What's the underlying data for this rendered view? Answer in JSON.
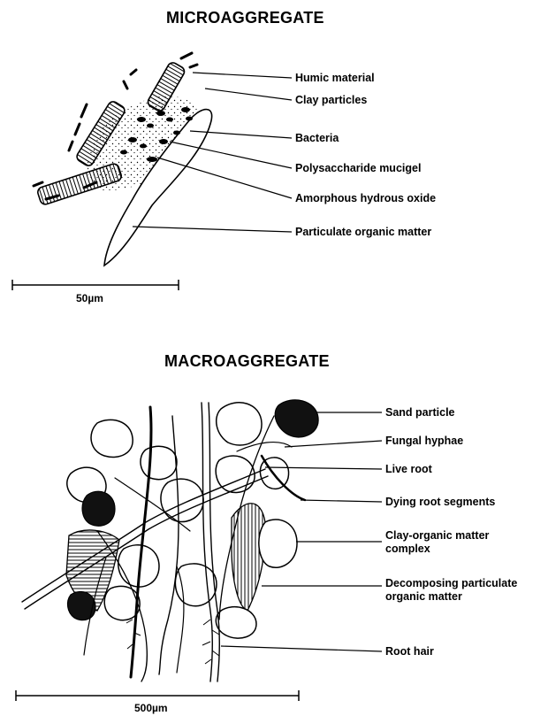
{
  "micro": {
    "title": "MICROAGGREGATE",
    "labels": [
      "Humic material",
      "Clay particles",
      "Bacteria",
      "Polysaccharide mucigel",
      "Amorphous hydrous oxide",
      "Particulate organic matter"
    ],
    "scale_label": "50µm"
  },
  "macro": {
    "title": "MACROAGGREGATE",
    "labels": [
      "Sand particle",
      "Fungal hyphae",
      "Live root",
      "Dying root segments",
      "Clay-organic matter complex",
      "Decomposing particulate organic matter",
      "Root hair"
    ],
    "scale_label": "500µm"
  }
}
